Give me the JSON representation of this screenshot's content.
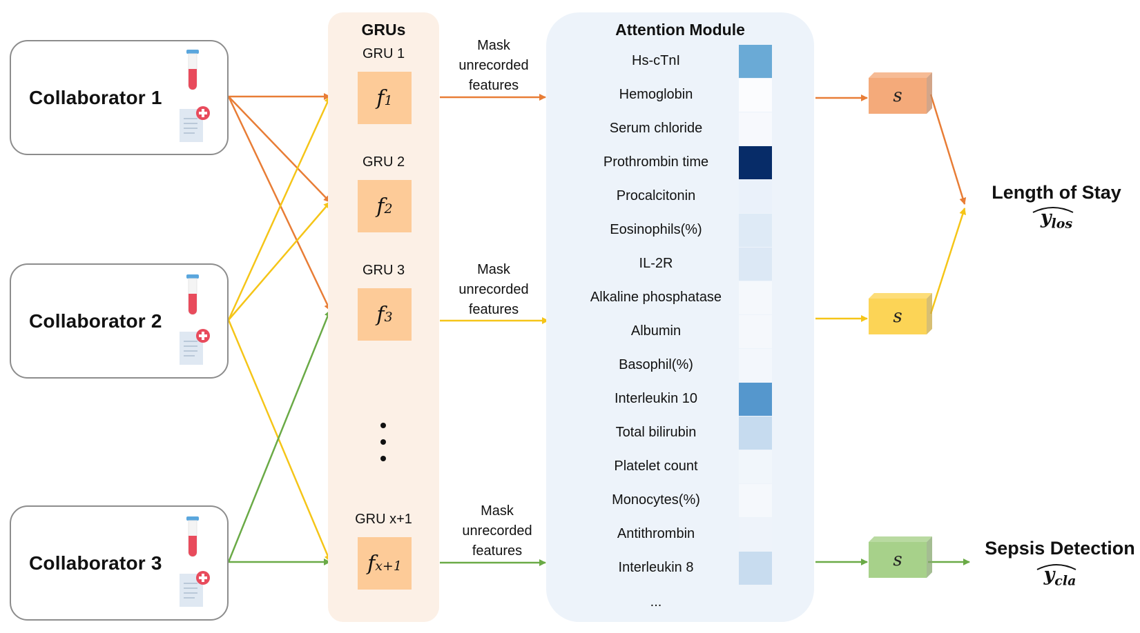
{
  "collaborators": [
    {
      "label": "Collaborator 1"
    },
    {
      "label": "Collaborator 2"
    },
    {
      "label": "Collaborator 3"
    }
  ],
  "grus": {
    "title": "GRUs",
    "units": [
      {
        "label": "GRU 1",
        "func": "f",
        "sub": "1"
      },
      {
        "label": "GRU 2",
        "func": "f",
        "sub": "2"
      },
      {
        "label": "GRU 3",
        "func": "f",
        "sub": "3"
      },
      {
        "label": "GRU x+1",
        "func": "f",
        "sub": "x+1"
      }
    ]
  },
  "mask_labels": [
    [
      "Mask",
      "unrecorded",
      "features"
    ],
    [
      "Mask",
      "unrecorded",
      "features"
    ],
    [
      "Mask",
      "unrecorded",
      "features"
    ]
  ],
  "attention": {
    "title": "Attention Module",
    "features": [
      {
        "name": "Hs-cTnI",
        "color": "#6aaad6"
      },
      {
        "name": "Hemoglobin",
        "color": "#fbfcfe"
      },
      {
        "name": "Serum chloride",
        "color": "#f7f9fd"
      },
      {
        "name": "Prothrombin time",
        "color": "#072c68"
      },
      {
        "name": "Procalcitonin",
        "color": "#eaf1fa"
      },
      {
        "name": "Eosinophils(%)",
        "color": "#deeaf6"
      },
      {
        "name": "IL-2R",
        "color": "#dce8f5"
      },
      {
        "name": "Alkaline phosphatase",
        "color": "#f5f8fc"
      },
      {
        "name": "Albumin",
        "color": "#f5f8fc"
      },
      {
        "name": "Basophil(%)",
        "color": "#f3f7fc"
      },
      {
        "name": "Interleukin 10",
        "color": "#5597cd"
      },
      {
        "name": "Total bilirubin",
        "color": "#c6dbef"
      },
      {
        "name": "Platelet count",
        "color": "#f1f6fb"
      },
      {
        "name": "Monocytes(%)",
        "color": "#f5f8fc"
      },
      {
        "name": "Antithrombin",
        "color": "#eef3fa"
      },
      {
        "name": "Interleukin 8",
        "color": "#c8dcef"
      }
    ],
    "ellipsis": "..."
  },
  "score_blocks": [
    {
      "symbol": "s",
      "color": "#f4aa7a"
    },
    {
      "symbol": "s",
      "color": "#fcd456"
    },
    {
      "symbol": "s",
      "color": "#a7d18a"
    }
  ],
  "outputs": [
    {
      "title": "Length of Stay",
      "symbol": "y",
      "sub": "los"
    },
    {
      "title": "Sepsis Detection",
      "symbol": "y",
      "sub": "cla"
    }
  ],
  "colors": {
    "orange": "#e87d36",
    "yellow": "#f5c518",
    "green": "#6aaa46"
  }
}
